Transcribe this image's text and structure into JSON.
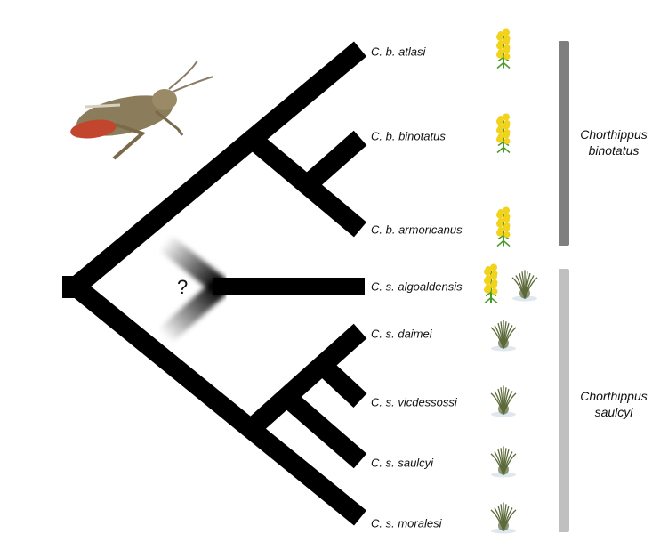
{
  "taxa": [
    {
      "label": "C. b. atlasi",
      "plants": [
        "flower"
      ]
    },
    {
      "label": "C. b. binotatus",
      "plants": [
        "flower"
      ]
    },
    {
      "label": "C. b. armoricanus",
      "plants": [
        "flower"
      ]
    },
    {
      "label": "C. s. algoaldensis",
      "plants": [
        "flower",
        "grass"
      ]
    },
    {
      "label": "C. s. daimei",
      "plants": [
        "grass"
      ]
    },
    {
      "label": "C. s. vicdessossi",
      "plants": [
        "grass"
      ]
    },
    {
      "label": "C. s. saulcyi",
      "plants": [
        "grass"
      ]
    },
    {
      "label": "C. s. moralesi",
      "plants": [
        "grass"
      ]
    }
  ],
  "groups": [
    {
      "line1": "Chorthippus",
      "line2": "binotatus",
      "color": "#7f7f7f"
    },
    {
      "line1": "Chorthippus",
      "line2": "saulcyi",
      "color": "#c0c0c0"
    }
  ],
  "uncertain_mark": "?",
  "colors": {
    "branch": "#000000",
    "flower": "#f2d21b",
    "stem": "#4a9a2a",
    "grass": "#5d6a3a"
  }
}
